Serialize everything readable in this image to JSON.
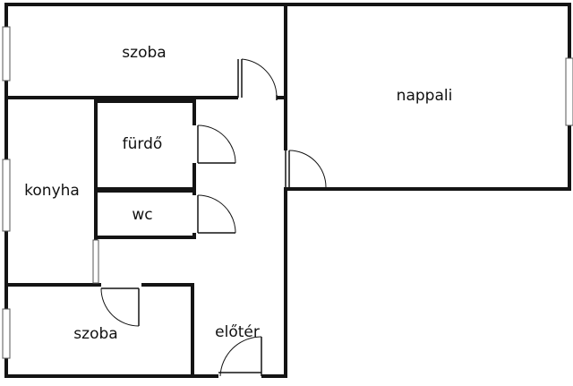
{
  "plan": {
    "rooms": [
      {
        "id": "szoba-top",
        "label": "szoba"
      },
      {
        "id": "nappali",
        "label": "nappali"
      },
      {
        "id": "furdo",
        "label": "fürdő"
      },
      {
        "id": "konyha",
        "label": "konyha"
      },
      {
        "id": "wc",
        "label": "wc"
      },
      {
        "id": "szoba-bottom",
        "label": "szoba"
      },
      {
        "id": "eloter",
        "label": "előtér"
      }
    ]
  }
}
